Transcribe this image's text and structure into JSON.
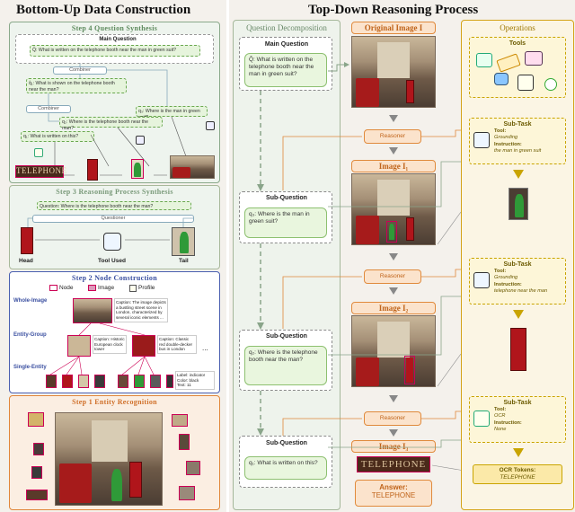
{
  "left": {
    "title": "Bottom-Up Data Construction",
    "step4": {
      "heading": "Step 4 Question Synthesis",
      "main_question_label": "Main Question",
      "q_hat": "Q̂: What is written on the telephone booth near the man in green suit?",
      "combiner": "Combiner",
      "q_hat1": "q̂₁: What is shown on the telephone booth near the man?",
      "combiner2": "Combiner",
      "q3": "q₃: Where is the man in green suit?",
      "q2": "q₂: Where is the telephone booth near the man?",
      "q1": "q₁: What is written on this?",
      "ocr_image_text": "TELEPHONE"
    },
    "step3": {
      "heading": "Step 3 Reasoning Process Synthesis",
      "question": "Question: Where is the telephone booth near the man?",
      "questioner": "Questioner",
      "head": "Head",
      "tool_used": "Tool Used",
      "tail": "Tail"
    },
    "step2": {
      "heading": "Step 2 Node Construction",
      "legend_node": "Node",
      "legend_image": "Image",
      "legend_profile": "Profile",
      "whole_image": "Whole-Image",
      "whole_caption": "Caption: The image depicts a bustling street scene in London, characterized by several iconic elements ...",
      "entity_group": "Entity-Group",
      "group_caption1": "Caption: Historic European clock tower",
      "group_caption2": "Caption: Classic red double-decker bus in London",
      "ellipsis": "...",
      "single_entity": "Single-Entity",
      "single_label": "Label: indicator",
      "single_color": "Color: black",
      "single_text": "Text: 11"
    },
    "step1": {
      "heading": "Step 1 Entity Recognition"
    }
  },
  "right": {
    "title": "Top-Down Reasoning Process",
    "decomp": {
      "heading": "Question Decomposition",
      "main_label": "Main Question",
      "main_q": "Q̂: What is written on the telephone booth near the man in green suit?",
      "sub1_label": "Sub-Question",
      "sub1_q": "q₃: Where is the man in green suit?",
      "sub2_label": "Sub-Question",
      "sub2_q": "q₂: Where is the telephone booth near the man?",
      "sub3_label": "Sub-Question",
      "sub3_q": "q₁: What is written on this?"
    },
    "middle": {
      "original_image": "Original Image I",
      "image1": "Image I₁",
      "image2": "Image I₂",
      "image3": "Image I₃",
      "reasoner1": "Reasoner",
      "reasoner2": "Reasoner",
      "reasoner3": "Reasoner",
      "ocr_text": "TELEPHONE",
      "answer_label": "Answer:",
      "answer_value": "TELEPHONE"
    },
    "ops": {
      "heading": "Operations",
      "tools": "Tools",
      "sub1_title": "Sub-Task",
      "sub1_tool": "Tool:",
      "sub1_tool_val": "Grounding",
      "sub1_instr": "Instruction:",
      "sub1_instr_val": "the man in green suit",
      "sub2_title": "Sub-Task",
      "sub2_tool": "Tool:",
      "sub2_tool_val": "Grounding",
      "sub2_instr": "Instruction:",
      "sub2_instr_val": "telephone near the man",
      "sub3_title": "Sub-Task",
      "sub3_tool": "Tool:",
      "sub3_tool_val": "OCR",
      "sub3_instr": "Instruction:",
      "sub3_instr_val": "None",
      "ocr_tokens_label": "OCR Tokens:",
      "ocr_tokens_val": "TELEPHONE"
    }
  },
  "colors": {
    "step4_green": "#8aa98a",
    "step3_green": "#a8b89a",
    "step2_blue": "#4a5fb0",
    "step1_orange": "#e0863a",
    "decomp_green": "#a5b79a",
    "ops_gold": "#d4a418"
  }
}
